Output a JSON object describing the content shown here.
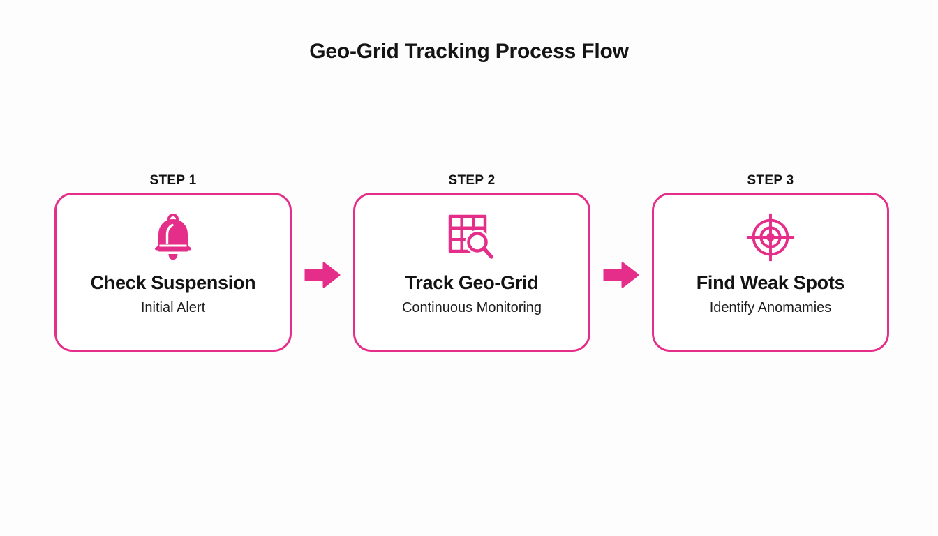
{
  "title": "Geo-Grid Tracking Process Flow",
  "theme": {
    "accent": "#e52d8a",
    "text": "#131313",
    "background": "#fdfdfd",
    "card_background": "#ffffff"
  },
  "chart_data": {
    "type": "diagram",
    "diagram_kind": "process-flow",
    "title": "Geo-Grid Tracking Process Flow",
    "orientation": "horizontal",
    "step_count": 3,
    "connector": "right-arrow",
    "steps": [
      {
        "label": "STEP 1",
        "icon": "bell-icon",
        "title": "Check Suspension",
        "subtitle": "Initial Alert"
      },
      {
        "label": "STEP 2",
        "icon": "grid-search-icon",
        "title": "Track Geo-Grid",
        "subtitle": "Continuous Monitoring"
      },
      {
        "label": "STEP 3",
        "icon": "target-crosshair-icon",
        "title": "Find Weak Spots",
        "subtitle": "Identify Anomamies"
      }
    ]
  },
  "steps": [
    {
      "label": "STEP 1",
      "icon": "bell-icon",
      "title": "Check Suspension",
      "subtitle": "Initial Alert"
    },
    {
      "label": "STEP 2",
      "icon": "grid-search-icon",
      "title": "Track Geo-Grid",
      "subtitle": "Continuous Monitoring"
    },
    {
      "label": "STEP 3",
      "icon": "target-crosshair-icon",
      "title": "Find Weak Spots",
      "subtitle": "Identify Anomamies"
    }
  ]
}
